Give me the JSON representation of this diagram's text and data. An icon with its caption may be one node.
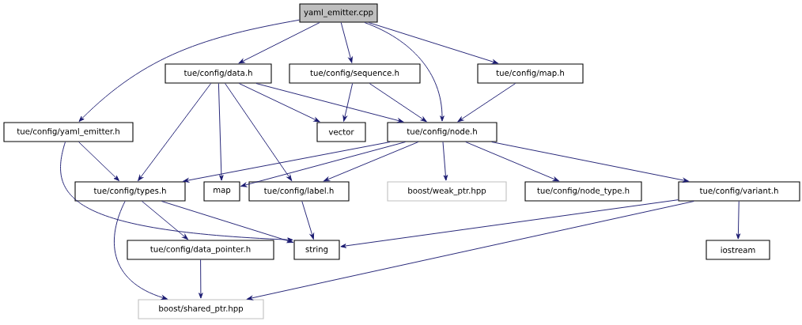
{
  "diagram": {
    "nodes": [
      {
        "text": [
          "yaml_emitter.cpp"
        ]
      },
      {
        "text": [
          "tue/config/yaml_emitter.h"
        ]
      },
      {
        "text": [
          "tue/config/data.h"
        ]
      },
      {
        "text": [
          "tue/config/sequence.h"
        ]
      },
      {
        "text": [
          "tue/config/map.h"
        ]
      },
      {
        "text": [
          "tue/config/node.h"
        ]
      },
      {
        "text": [
          "vector"
        ]
      },
      {
        "text": [
          "tue/config/types.h"
        ]
      },
      {
        "text": [
          "map"
        ]
      },
      {
        "text": [
          "tue/config/label.h"
        ]
      },
      {
        "text": [
          "boost/weak_ptr.hpp"
        ]
      },
      {
        "text": [
          "tue/config/node_type.h"
        ]
      },
      {
        "text": [
          "tue/config/variant.h"
        ]
      },
      {
        "text": [
          "tue/config/data_pointer.h"
        ]
      },
      {
        "text": [
          "string"
        ]
      },
      {
        "text": [
          "iostream"
        ]
      },
      {
        "text": [
          "boost/shared_ptr.hpp"
        ]
      }
    ],
    "edges": [
      {
        "from": 0,
        "to": 1,
        "arrow": "to"
      },
      {
        "from": 0,
        "to": 2,
        "arrow": "to"
      },
      {
        "from": 0,
        "to": 3,
        "arrow": "to"
      },
      {
        "from": 0,
        "to": 5,
        "arrow": "to"
      },
      {
        "from": 0,
        "to": 4,
        "arrow": "to"
      },
      {
        "from": 2,
        "to": 7,
        "arrow": "to"
      },
      {
        "from": 2,
        "to": 8,
        "arrow": "to"
      },
      {
        "from": 2,
        "to": 9,
        "arrow": "to"
      },
      {
        "from": 2,
        "to": 6,
        "arrow": "to"
      },
      {
        "from": 2,
        "to": 5,
        "arrow": "to"
      },
      {
        "from": 3,
        "to": 6,
        "arrow": "to"
      },
      {
        "from": 3,
        "to": 5,
        "arrow": "to"
      },
      {
        "from": 4,
        "to": 5,
        "arrow": "to"
      },
      {
        "from": 1,
        "to": 7,
        "arrow": "to"
      },
      {
        "from": 1,
        "to": 14,
        "arrow": "to"
      },
      {
        "from": 5,
        "to": 7,
        "arrow": "to"
      },
      {
        "from": 5,
        "to": 8,
        "arrow": "to"
      },
      {
        "from": 5,
        "to": 9,
        "arrow": "to"
      },
      {
        "from": 5,
        "to": 10,
        "arrow": "to"
      },
      {
        "from": 5,
        "to": 11,
        "arrow": "to"
      },
      {
        "from": 5,
        "to": 12,
        "arrow": "to"
      },
      {
        "from": 7,
        "to": 13,
        "arrow": "to"
      },
      {
        "from": 7,
        "to": 14,
        "arrow": "to"
      },
      {
        "from": 7,
        "to": 16,
        "arrow": "to"
      },
      {
        "from": 9,
        "to": 14,
        "arrow": "to"
      },
      {
        "from": 13,
        "to": 16,
        "arrow": "to"
      },
      {
        "from": 12,
        "to": 14,
        "arrow": "to"
      },
      {
        "from": 12,
        "to": 16,
        "arrow": "to"
      },
      {
        "from": 12,
        "to": 15,
        "arrow": "to"
      }
    ]
  }
}
